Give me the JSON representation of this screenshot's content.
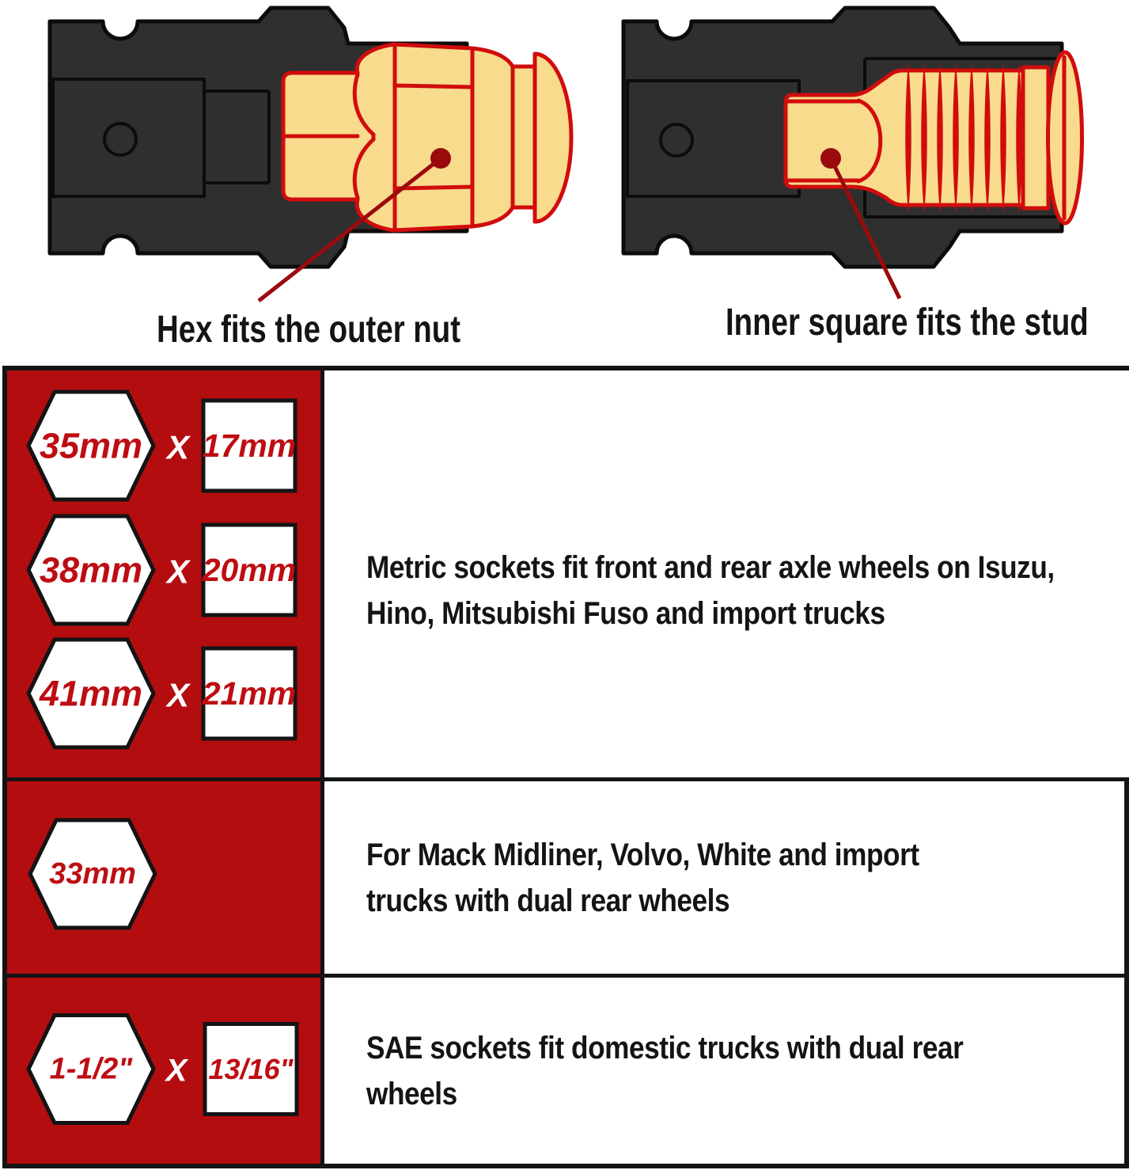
{
  "illustrations": {
    "left_caption": "Hex fits the outer nut",
    "right_caption": "Inner square fits the stud"
  },
  "table": {
    "rows": [
      {
        "pairs": [
          {
            "hex": "35mm",
            "x": "X",
            "square": "17mm"
          },
          {
            "hex": "38mm",
            "x": "X",
            "square": "20mm"
          },
          {
            "hex": "41mm",
            "x": "X",
            "square": "21mm"
          }
        ],
        "description": "Metric sockets fit front and rear axle wheels on Isuzu, Hino, Mitsubishi Fuso and import trucks"
      },
      {
        "pairs": [
          {
            "hex": "33mm"
          }
        ],
        "description": "For Mack Midliner, Volvo, White and import trucks with dual rear wheels"
      },
      {
        "pairs": [
          {
            "hex": "1-1/2\"",
            "x": "X",
            "square": "13/16\""
          }
        ],
        "description": "SAE sockets fit domestic trucks with dual rear wheels"
      }
    ]
  },
  "colors": {
    "panel_red": "#B30D10",
    "size_text_red": "#BE0D12",
    "outline_red": "#D10C0C",
    "callout_red": "#9B0A0D",
    "nut_yellow": "#F8DB8D",
    "socket_gray": "#2F2F2F",
    "text_black": "#141414"
  }
}
